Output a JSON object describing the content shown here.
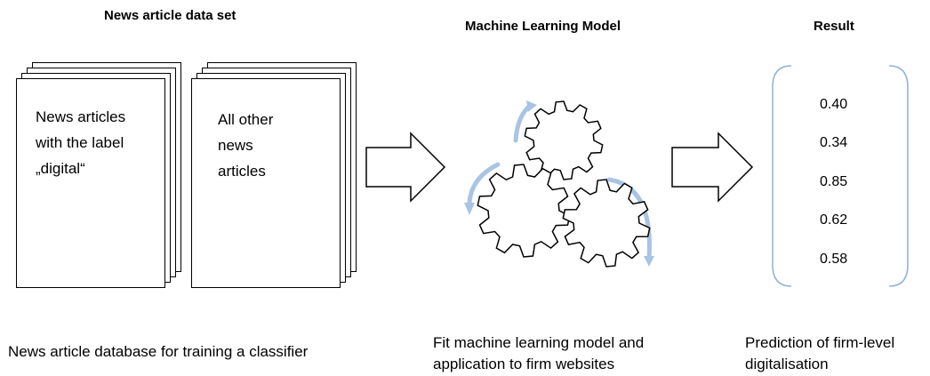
{
  "headers": {
    "dataset": "News article data set",
    "model": "Machine Learning Model",
    "result": "Result"
  },
  "documents": {
    "digital": [
      "News articles",
      "with the label",
      "„digital“"
    ],
    "other": [
      "All other",
      "news",
      "articles"
    ]
  },
  "results": [
    "0.40",
    "0.34",
    "0.85",
    "0.62",
    "0.58"
  ],
  "captions": {
    "dataset": "News article database for training a classifier",
    "model_line1": "Fit machine learning model and",
    "model_line2": "application to firm websites",
    "result_line1": "Prediction of firm-level",
    "result_line2": "digitalisation"
  },
  "colors": {
    "bracket": "#8eb0d6",
    "rotation_arrow": "#a9c4e4",
    "outline": "#000000"
  },
  "icons": [
    "gear-icon",
    "rotation-arrow-icon",
    "right-arrow-icon",
    "bracket-icon"
  ]
}
